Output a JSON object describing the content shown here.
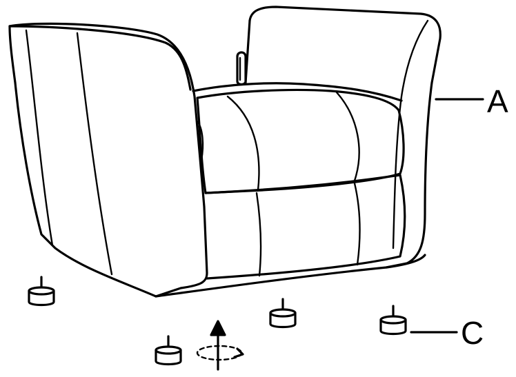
{
  "callouts": {
    "a": "A",
    "c": "C"
  },
  "parts": {
    "a": "recliner-chair-body",
    "c": "foot-glide"
  },
  "icons": {
    "rotate": "rotate-arrow-icon"
  },
  "colors": {
    "ink": "#000000",
    "background": "#ffffff"
  }
}
